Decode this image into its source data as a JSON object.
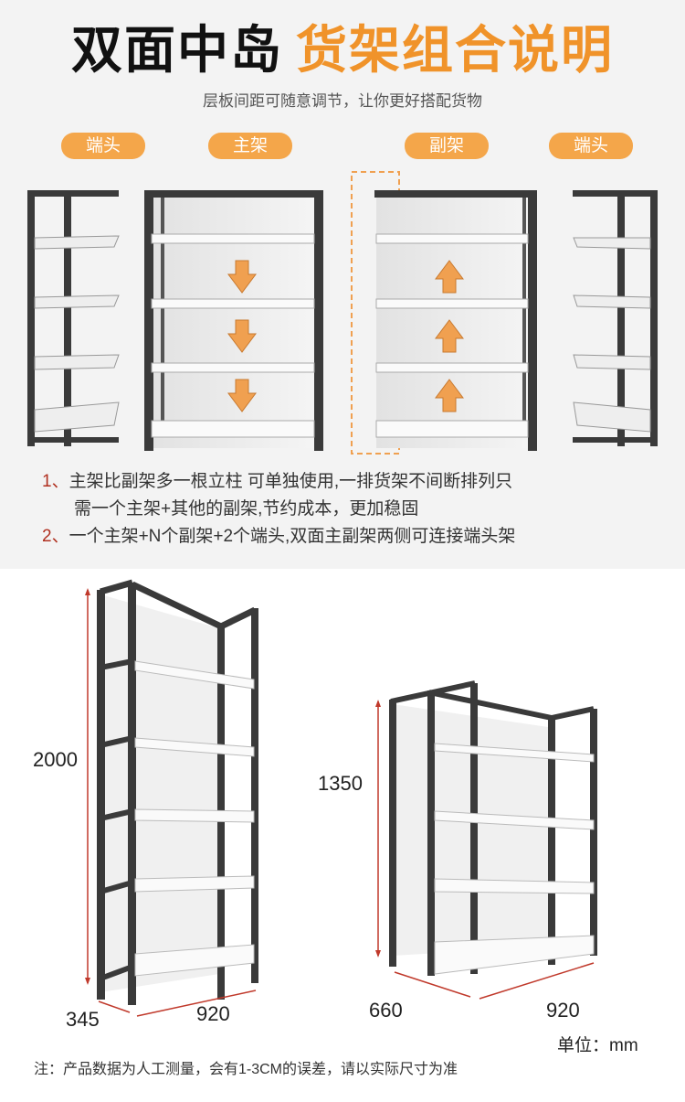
{
  "header": {
    "title_part1": "双面中岛",
    "title_part2": "货架组合说明",
    "subtitle": "层板间距可随意调节，让你更好搭配货物"
  },
  "labels": {
    "end_left": "端头",
    "main": "主架",
    "sub": "副架",
    "end_right": "端头"
  },
  "notes": [
    {
      "num": "1、",
      "text": "主架比副架多一根立柱 可单独使用,一排货架不间断排列只"
    },
    {
      "num": "",
      "text": "需一个主架+其他的副架,节约成本，更加稳固"
    },
    {
      "num": "2、",
      "text": "一个主架+N个副架+2个端头,双面主副架两侧可连接端头架"
    }
  ],
  "dimensions": {
    "left": {
      "height": "2000",
      "depth": "345",
      "width": "920"
    },
    "right": {
      "height": "1350",
      "depth": "660",
      "width": "920"
    }
  },
  "unit": "单位：mm",
  "footnote": "注：产品数据为人工测量，会有1-3CM的误差，请以实际尺寸为准",
  "colors": {
    "accent": "#f0932a",
    "pill": "#f4a64a",
    "frame": "#3a3a3a",
    "arrow": "#f0a050",
    "note_num": "#b03020",
    "dim_line": "#c0392b"
  }
}
